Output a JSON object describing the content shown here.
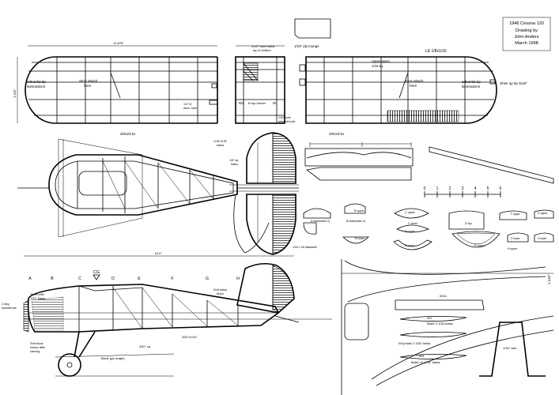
{
  "title_block": {
    "line1": "1946 Cessna 120",
    "line2": "Drawing by",
    "line3": "John Anders",
    "line4": "March 1998"
  },
  "wing_top": {
    "span_label": "14.875\"",
    "chord_label": "3.625\"",
    "tip_left": "1/8x1/32 tip",
    "tip_left2": "laminations",
    "strut_left": "Strut attach",
    "strut_left2": "here",
    "spar_left": "3/8x1/8 bx",
    "alum_tube": "1/4\" fd",
    "alum_tube2": "Alum. tube"
  },
  "wing_right": {
    "le_label": "LE 1/8x1/16",
    "tip_right": "1/8x1/32 tip",
    "tip_right2": "laminations",
    "strut_right": "Strut attach",
    "strut_right2": "here",
    "shim": "Shim up tip 5/16\"",
    "spar_right": "3/8x1/8 bx",
    "upper_spars": "Upper spars",
    "upper_spars2": "1/16 sq."
  },
  "center": {
    "ply_tongue": "1/16\" ply tounge",
    "hard_balsa": "1/16\" hard balsa",
    "top_bottom": "top & bottom",
    "former": "B top former",
    "w1": "W1",
    "w": "W",
    "wire": "1/32\" wire",
    "wire2": "alignment pin"
  },
  "tail": {
    "balsa_top": "1/16\"x1/8\"",
    "balsa_top2": "balsa",
    "sq_label": "1/8\" sq.",
    "sq_label2": "balsa",
    "tip_balsa": "1/16 x 1/8 balsa/wire"
  },
  "side_view": {
    "length_label": "16.0\"",
    "cg": "CG",
    "stations": [
      "A",
      "B",
      "C",
      "D",
      "E",
      "F",
      "G",
      "H"
    ],
    "sheet": "Sheet with",
    "sheet2": "1/32\" balsa",
    "block": "Soft block",
    "block2": "hollow after",
    "block3": "carving",
    "deg": "2 deg",
    "deg2": "downthrust",
    "strut_sq": "3/32\" sq.",
    "longeron": "3/32\"x1/16\"",
    "soft_block": "Soft balsa",
    "soft_block2": "block",
    "gear": "Blade (ply length)"
  },
  "ribs": {
    "a_side": "A side(make 2)",
    "b_side": "B side(make 2)",
    "b_lower": "B lower",
    "b_upper": "B upper",
    "c_upper": "C upper",
    "c_lower": "C lower",
    "d_lower": "D lower",
    "d_upper": "D upper",
    "e_upper": "E upper",
    "f_upper": "F upper",
    "g_upper": "G upper",
    "h_upper": "H upper",
    "g_lower": "G lower",
    "h_lower": "H lower",
    "d_top": "D top"
  },
  "details": {
    "w1a": "W1A",
    "w2": "W2",
    "w2_make": "Make 2 3/32 balsa",
    "w1_make": "W1(make 2 3/32 balsa",
    "w3": "W3",
    "w3_make": "Make 10 1/16\" balsa",
    "wire_16": "1/16\" wire",
    "ruler_numbers": [
      "0",
      "1",
      "2",
      "3",
      "4",
      "5",
      "6"
    ],
    "vertical_text": "1.125\""
  }
}
